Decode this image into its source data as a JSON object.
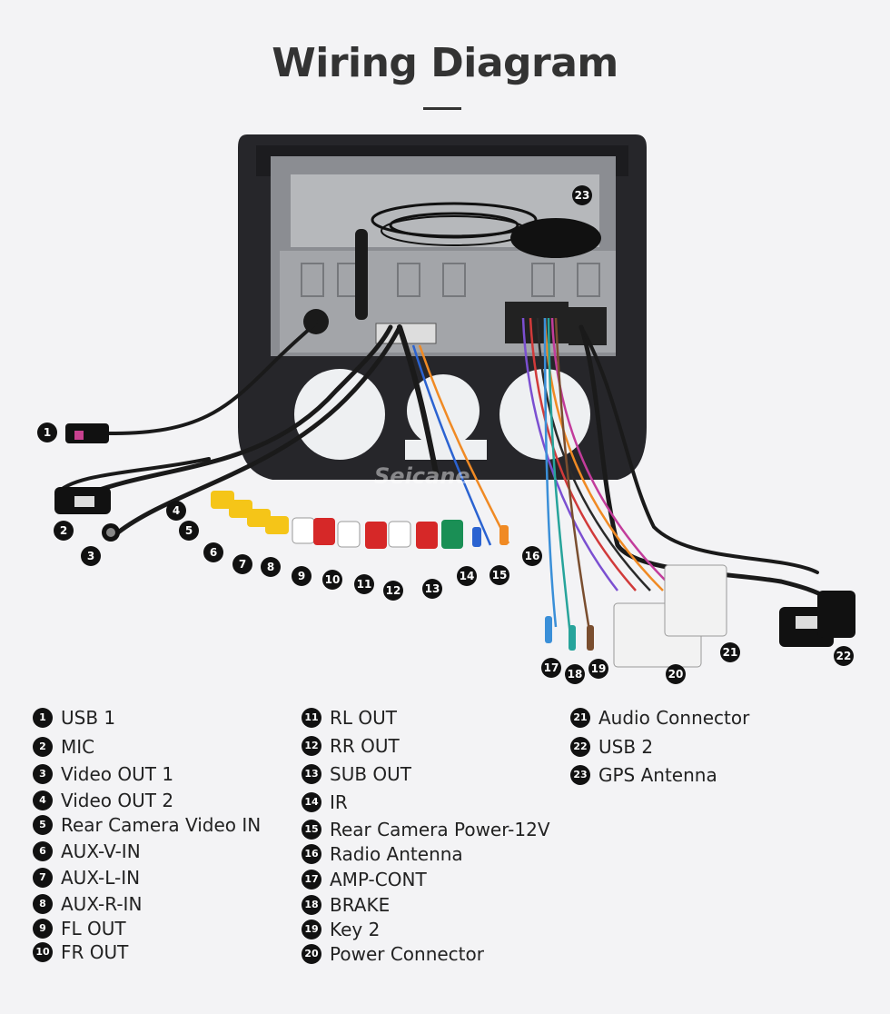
{
  "title": "Wiring Diagram",
  "watermark": "Seicane",
  "colors": {
    "badge": "#111111",
    "background": "#f3f3f5",
    "frame": "#26262a"
  },
  "legend": [
    {
      "num": "1",
      "label": "USB 1"
    },
    {
      "num": "2",
      "label": "MIC"
    },
    {
      "num": "3",
      "label": "Video OUT 1"
    },
    {
      "num": "4",
      "label": "Video OUT 2"
    },
    {
      "num": "5",
      "label": "Rear Camera Video IN"
    },
    {
      "num": "6",
      "label": "AUX-V-IN"
    },
    {
      "num": "7",
      "label": "AUX-L-IN"
    },
    {
      "num": "8",
      "label": "AUX-R-IN"
    },
    {
      "num": "9",
      "label": "FL OUT"
    },
    {
      "num": "10",
      "label": "FR OUT"
    },
    {
      "num": "11",
      "label": "RL OUT"
    },
    {
      "num": "12",
      "label": "RR OUT"
    },
    {
      "num": "13",
      "label": "SUB OUT"
    },
    {
      "num": "14",
      "label": "IR"
    },
    {
      "num": "15",
      "label": "Rear Camera Power-12V"
    },
    {
      "num": "16",
      "label": "Radio Antenna"
    },
    {
      "num": "17",
      "label": "AMP-CONT"
    },
    {
      "num": "18",
      "label": "BRAKE"
    },
    {
      "num": "19",
      "label": "Key 2"
    },
    {
      "num": "20",
      "label": "Power Connector"
    },
    {
      "num": "21",
      "label": "Audio Connector"
    },
    {
      "num": "22",
      "label": "USB 2"
    },
    {
      "num": "23",
      "label": "GPS Antenna"
    }
  ]
}
